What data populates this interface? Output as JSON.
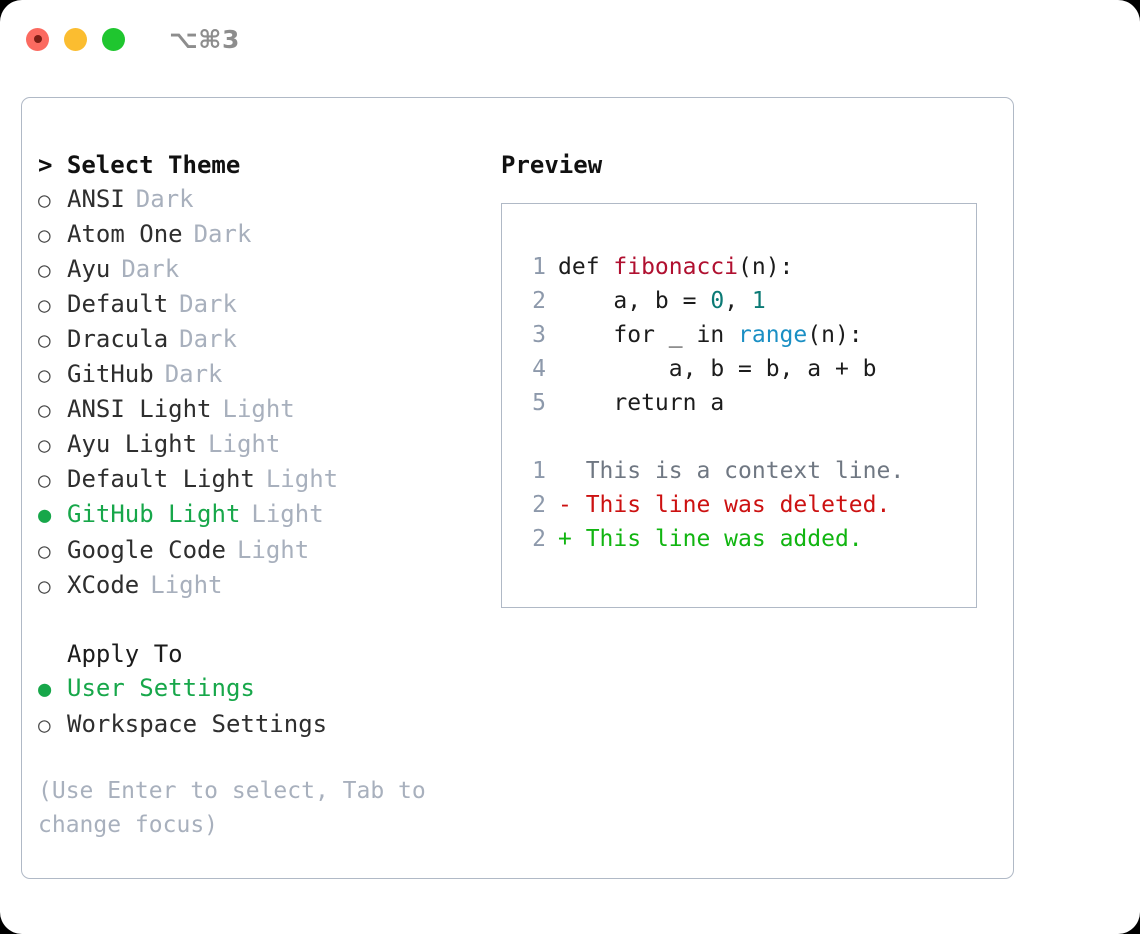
{
  "titlebar": {
    "shortcut": "⌥⌘3",
    "buttons": [
      {
        "name": "close",
        "color": "#fb6a60"
      },
      {
        "name": "minimize",
        "color": "#fbbd30"
      },
      {
        "name": "maximize",
        "color": "#1fc62f"
      }
    ]
  },
  "theme_picker": {
    "header": "> Select Theme",
    "items": [
      {
        "bullet": "○",
        "name": "ANSI",
        "badge": "Dark",
        "selected": false
      },
      {
        "bullet": "○",
        "name": "Atom One",
        "badge": "Dark",
        "selected": false
      },
      {
        "bullet": "○",
        "name": "Ayu",
        "badge": "Dark",
        "selected": false
      },
      {
        "bullet": "○",
        "name": "Default",
        "badge": "Dark",
        "selected": false
      },
      {
        "bullet": "○",
        "name": "Dracula",
        "badge": "Dark",
        "selected": false
      },
      {
        "bullet": "○",
        "name": "GitHub",
        "badge": "Dark",
        "selected": false
      },
      {
        "bullet": "○",
        "name": "ANSI Light",
        "badge": "Light",
        "selected": false
      },
      {
        "bullet": "○",
        "name": "Ayu Light",
        "badge": "Light",
        "selected": false
      },
      {
        "bullet": "○",
        "name": "Default Light",
        "badge": "Light",
        "selected": false
      },
      {
        "bullet": "●",
        "name": "GitHub Light",
        "badge": "Light",
        "selected": true
      },
      {
        "bullet": "○",
        "name": "Google Code",
        "badge": "Light",
        "selected": false
      },
      {
        "bullet": "○",
        "name": "XCode",
        "badge": "Light",
        "selected": false
      }
    ]
  },
  "apply_to": {
    "header": "Apply To",
    "items": [
      {
        "bullet": "●",
        "name": "User Settings",
        "selected": true
      },
      {
        "bullet": "○",
        "name": "Workspace Settings",
        "selected": false
      }
    ]
  },
  "hint": "(Use Enter to select, Tab to change focus)",
  "preview": {
    "header": "Preview",
    "code_lines": [
      {
        "lno": "1",
        "segments": [
          {
            "text": "def ",
            "style": "plain"
          },
          {
            "text": "fibonacci",
            "style": "fn"
          },
          {
            "text": "(n):",
            "style": "plain"
          }
        ]
      },
      {
        "lno": "2",
        "segments": [
          {
            "text": "    a, b = ",
            "style": "plain"
          },
          {
            "text": "0",
            "style": "num"
          },
          {
            "text": ", ",
            "style": "plain"
          },
          {
            "text": "1",
            "style": "num"
          }
        ]
      },
      {
        "lno": "3",
        "segments": [
          {
            "text": "    for _ in ",
            "style": "plain"
          },
          {
            "text": "range",
            "style": "call"
          },
          {
            "text": "(n):",
            "style": "plain"
          }
        ]
      },
      {
        "lno": "4",
        "segments": [
          {
            "text": "        a, b = b, a + b",
            "style": "plain"
          }
        ]
      },
      {
        "lno": "5",
        "segments": [
          {
            "text": "    return a",
            "style": "plain"
          }
        ]
      }
    ],
    "diff_lines": [
      {
        "lno": "1",
        "marker": "  ",
        "text": "This is a context line.",
        "kind": "context"
      },
      {
        "lno": "2",
        "marker": "- ",
        "text": "This line was deleted.",
        "kind": "deleted"
      },
      {
        "lno": "2",
        "marker": "+ ",
        "text": "This line was added.",
        "kind": "added"
      }
    ]
  }
}
